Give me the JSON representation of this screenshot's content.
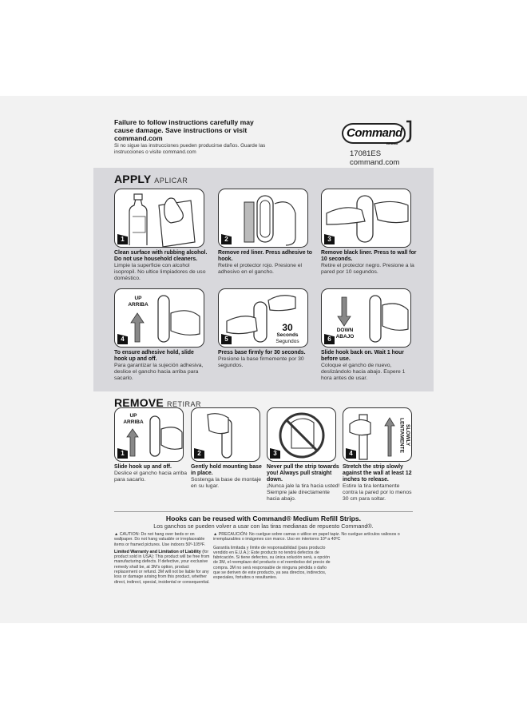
{
  "header": {
    "warning_en": "Failure to follow instructions carefully may cause damage. Save instructions or visit command.com",
    "warning_es": "Si no sigue las instrucciones pueden producirse daños. Guarde las instrucciones o visite command.com",
    "logo_text": "Command",
    "logo_brand": "BRAND",
    "sku": "17081ES",
    "website": "command.com"
  },
  "apply": {
    "title": "APPLY",
    "subtitle": "APLICAR",
    "steps": [
      {
        "num": "1",
        "title": "Clean surface with rubbing alcohol. Do not use household cleaners.",
        "es": "Limpie la superficie con alcohol isopropil. No ultice limpiadores de uso doméstico."
      },
      {
        "num": "2",
        "title": "Remove red liner. Press adhesive to hook.",
        "es": "Retire el protector rojo. Presione el adhesivo en el gancho."
      },
      {
        "num": "3",
        "title": "Remove black liner. Press to wall for 10 seconds.",
        "es": "Retire el protector negro. Presione a la pared por 10 segundos."
      },
      {
        "num": "4",
        "title": "To ensure adhesive hold, slide hook up and off.",
        "es": "Para garantizar la sujeción adhesiva, deslice el gancho hacia arriba para sacarlo.",
        "label1": "UP",
        "label2": "ARRIBA"
      },
      {
        "num": "5",
        "title": "Press base firmly for 30 seconds.",
        "es": "Presione la base firmemente por 30 segundos.",
        "label1": "30",
        "label2": "Seconds",
        "label3": "Segundos"
      },
      {
        "num": "6",
        "title": "Slide hook back on. Wait 1 hour before use.",
        "es": "Coloque el gancho de nuevo, deslizándolo hacia abajo. Espere 1 hora antes de usar.",
        "label1": "DOWN",
        "label2": "ABAJO"
      }
    ]
  },
  "remove": {
    "title": "REMOVE",
    "subtitle": "RETIRAR",
    "steps": [
      {
        "num": "1",
        "title": "Slide hook up and off.",
        "es": "Deslice el gancho hacia arriba para sacarlo.",
        "label1": "UP",
        "label2": "ARRIBA"
      },
      {
        "num": "2",
        "title": "Gently hold mounting base in place.",
        "es": "Sostenga la base de montaje en su lugar."
      },
      {
        "num": "3",
        "title": "Never pull the strip towards you! Always pull straight down.",
        "es": "¡Nunca jale la tira hacia usted! Siempre jale directamente hacia abajo."
      },
      {
        "num": "4",
        "title": "Stretch the strip slowly against the wall at least 12 inches to release.",
        "es": "Estire la tira lentamente contra la pared por lo menos 30 cm para soltar.",
        "label1": "SLOWLY",
        "label2": "LENTAMENTE"
      }
    ]
  },
  "reuse": {
    "en": "Hooks can be reused with Command® Medium Refill Strips.",
    "es": "Los ganchos se pueden volver a usar con las tiras medianas de repuesto Command®."
  },
  "fine_print": {
    "caution_en": "▲ CAUTION: Do not hang over beds or on wallpaper. Do not hang valuable or irreplaceable items or framed pictures. Use indoors 50º-105ºF.",
    "warranty_title_en": "Limited Warranty and Limitation of Liability",
    "warranty_en": "(for product sold in USA): This product will be free from manufacturing defects. If defective, your exclusive remedy shall be, at 3M's option, product replacement or refund. 3M will not be liable for any loss or damage arising from this product, whether direct, indirect, special, incidental or consequential.",
    "caution_es": "▲ PRECAUCIÓN: No cuelgue sobre camas o utilice en papel tapiz. No cuelgue artículos valiosos o irremplazables o imágenes con marco. Uso en interiores 10º a 40ºC",
    "warranty_es": "Garantía limitada y límite de responsabilidad (para producto vendido en E.U.A.): Este producto no tendrá defectos de fabricación. Si tiene defectos, su única solución será, a opción de 3M, el reemplazo del producto o el reembolso del precio de compra. 3M no será responsable de ninguna pérdida o daño que se deriven de este producto, ya sea directos, indirectos, especiales, fortuitos o resultantes."
  }
}
